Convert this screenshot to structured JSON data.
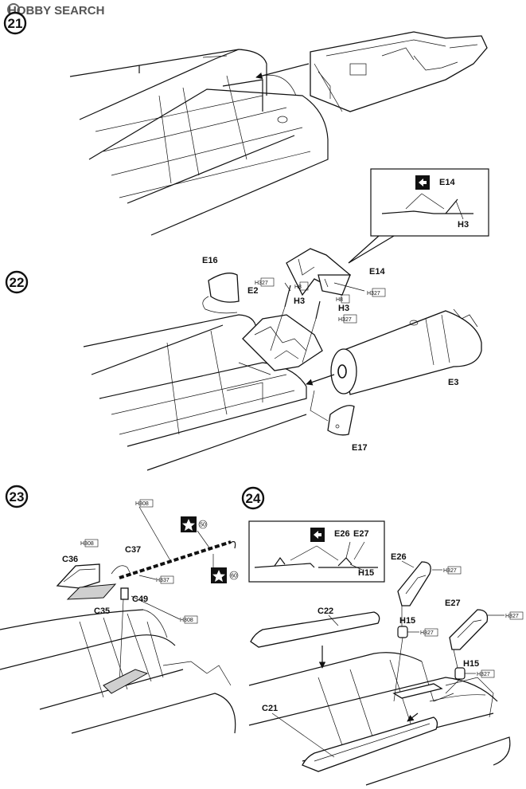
{
  "watermark": {
    "brand": "HOBBY SEARCH"
  },
  "steps": [
    {
      "number": "21"
    },
    {
      "number": "22",
      "inset": {
        "icon": "cement-glue-icon",
        "parts": [
          "E14",
          "H3"
        ]
      },
      "labels": [
        "E16",
        "E2",
        "H3",
        "E14",
        "H3",
        "E3",
        "E17"
      ],
      "paint": [
        "H327",
        "H8",
        "H327",
        "H8",
        "H327"
      ]
    },
    {
      "number": "23",
      "labels": [
        "C36",
        "C37",
        "C35",
        "C49"
      ],
      "paint": [
        "H308",
        "H308",
        "H337",
        "H308"
      ],
      "decals": [
        "50",
        "60"
      ]
    },
    {
      "number": "24",
      "inset": {
        "icon": "cement-glue-icon",
        "parts": [
          "E26",
          "E27",
          "H15"
        ]
      },
      "labels": [
        "E26",
        "C22",
        "H15",
        "E27",
        "H15",
        "C21"
      ],
      "paint": [
        "H327",
        "H327",
        "H327",
        "H327"
      ]
    }
  ]
}
